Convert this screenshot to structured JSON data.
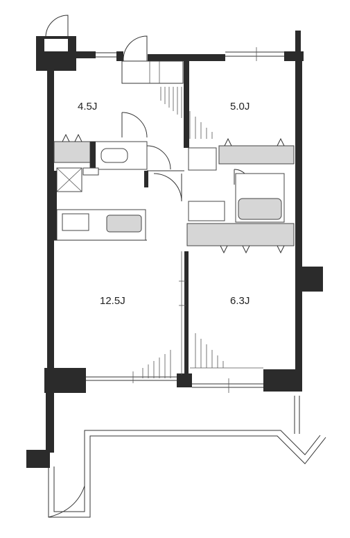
{
  "rooms": [
    {
      "id": "north-west-room",
      "label": "4.5J"
    },
    {
      "id": "north-east-room",
      "label": "5.0J"
    },
    {
      "id": "living-dining-kitchen",
      "label": "12.5J"
    },
    {
      "id": "south-east-room",
      "label": "6.3J"
    }
  ],
  "colors": {
    "wall": "#2b2b2b",
    "fixture": "#d6d6d6",
    "line": "#333333",
    "background": "#ffffff"
  }
}
